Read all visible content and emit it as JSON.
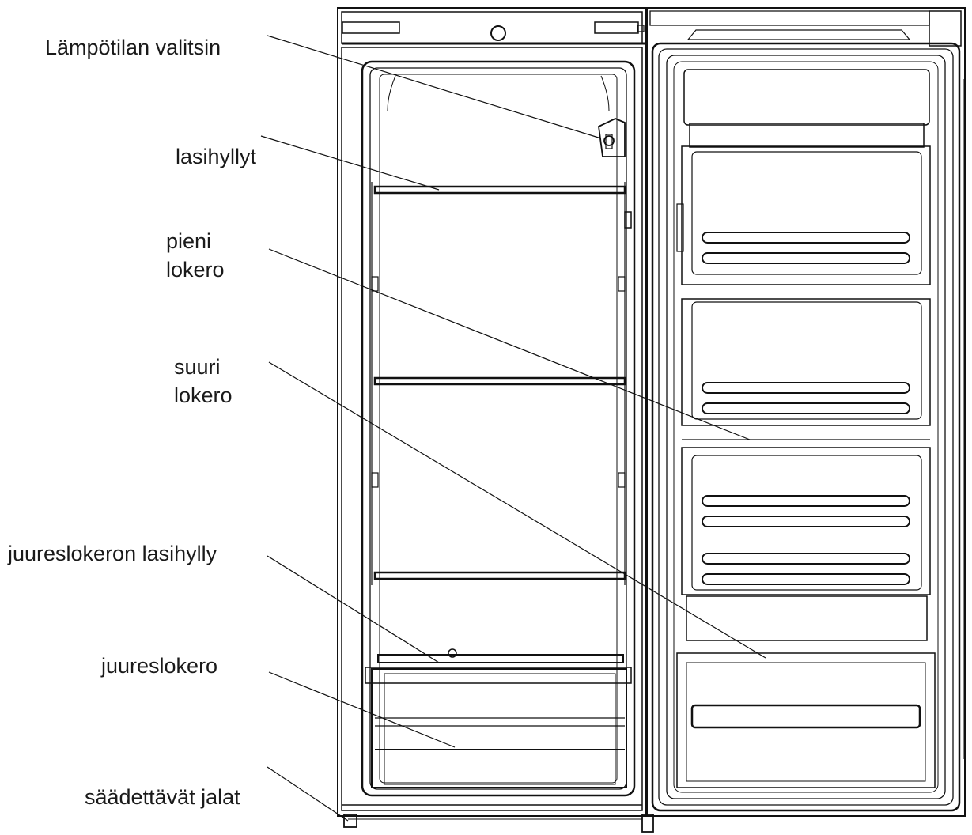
{
  "labels": {
    "thermostat": "Lämpötilan valitsin",
    "glass_shelves": "lasihyllyt",
    "small_bin_l1": "pieni",
    "small_bin_l2": "lokero",
    "large_bin_l1": "suuri",
    "large_bin_l2": "lokero",
    "crisper_glass_shelf": "juureslokeron lasihylly",
    "crisper": "juureslokero",
    "adjustable_feet": "säädettävät jalat"
  }
}
